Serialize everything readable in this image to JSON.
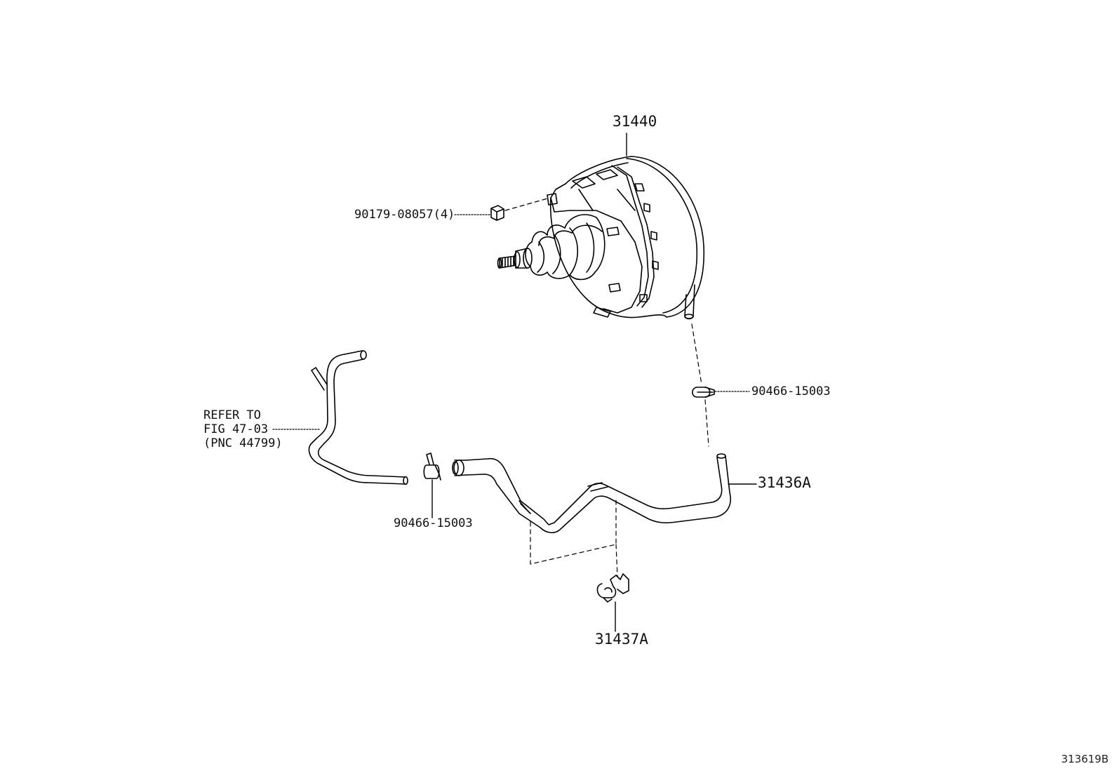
{
  "callouts": {
    "booster": "31440",
    "nut": "90179-08057(4)",
    "clamp_right": "90466-15003",
    "refer_line1": "REFER TO",
    "refer_line2": "FIG 47-03",
    "refer_line3": "(PNC 44799)",
    "hose": "31436A",
    "clamp_left": "90466-15003",
    "clip": "31437A"
  },
  "figure_id": "313619B",
  "colors": {
    "line": "#000000",
    "background": "#ffffff"
  }
}
